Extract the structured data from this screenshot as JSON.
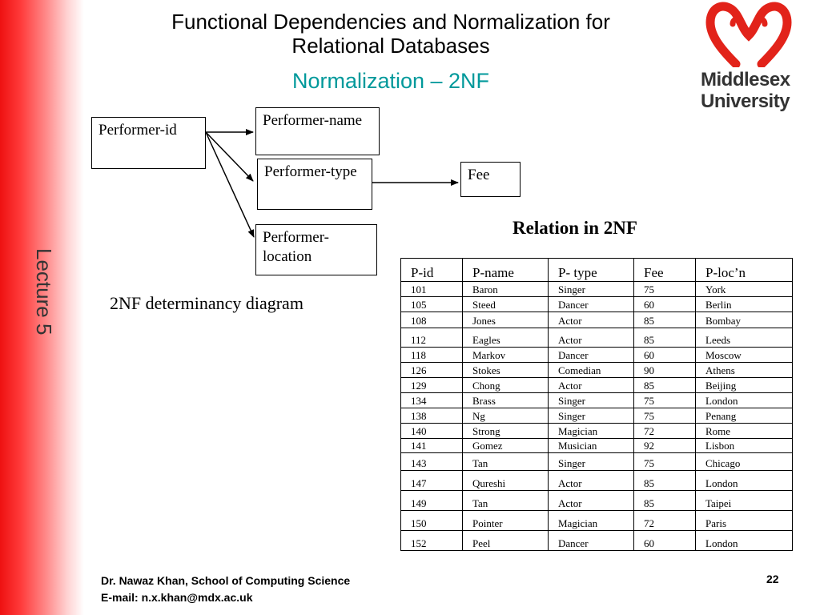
{
  "sidebar": {
    "lecture_label": "Lecture 5"
  },
  "header": {
    "title_line1": "Functional Dependencies and Normalization for",
    "title_line2": "Relational Databases",
    "subtitle": "Normalization – 2NF"
  },
  "logo": {
    "line1": "Middlesex",
    "line2": "University"
  },
  "diagram": {
    "performer_id": "Performer-id",
    "performer_name": "Performer-name",
    "performer_type": "Performer-type",
    "performer_location": "Performer-location",
    "fee": "Fee",
    "caption": "2NF determinancy diagram"
  },
  "relation": {
    "title": "Relation in 2NF",
    "headers": [
      "P-id",
      "P-name",
      "P- type",
      "Fee",
      "P-loc’n"
    ],
    "rows": [
      [
        "101",
        "Baron",
        "Singer",
        "75",
        "York"
      ],
      [
        "105",
        "Steed",
        "Dancer",
        "60",
        "Berlin"
      ],
      [
        "108",
        "Jones",
        "Actor",
        "85",
        "Bombay"
      ],
      [
        "112",
        "Eagles",
        "Actor",
        "85",
        "Leeds"
      ],
      [
        "118",
        "Markov",
        "Dancer",
        "60",
        "Moscow"
      ],
      [
        "126",
        "Stokes",
        "Comedian",
        "90",
        "Athens"
      ],
      [
        "129",
        "Chong",
        "Actor",
        "85",
        "Beijing"
      ],
      [
        "134",
        "Brass",
        "Singer",
        "75",
        "London"
      ],
      [
        "138",
        "Ng",
        "Singer",
        "75",
        "Penang"
      ],
      [
        "140",
        "Strong",
        "Magician",
        "72",
        "Rome"
      ],
      [
        "141",
        "Gomez",
        "Musician",
        "92",
        "Lisbon"
      ],
      [
        "143",
        "Tan",
        "Singer",
        "75",
        "Chicago"
      ],
      [
        "147",
        "Qureshi",
        "Actor",
        "85",
        "London"
      ],
      [
        "149",
        "Tan",
        "Actor",
        "85",
        "Taipei"
      ],
      [
        "150",
        "Pointer",
        "Magician",
        "72",
        "Paris"
      ],
      [
        "152",
        "Peel",
        "Dancer",
        "60",
        "London"
      ]
    ]
  },
  "footer": {
    "author": "Dr. Nawaz Khan, School of Computing Science",
    "email": "E-mail: n.x.khan@mdx.ac.uk",
    "page_number": "22"
  },
  "colors": {
    "accent_teal": "#00999b",
    "brand_red": "#e2231a",
    "sidebar_red": "#ee1111"
  }
}
